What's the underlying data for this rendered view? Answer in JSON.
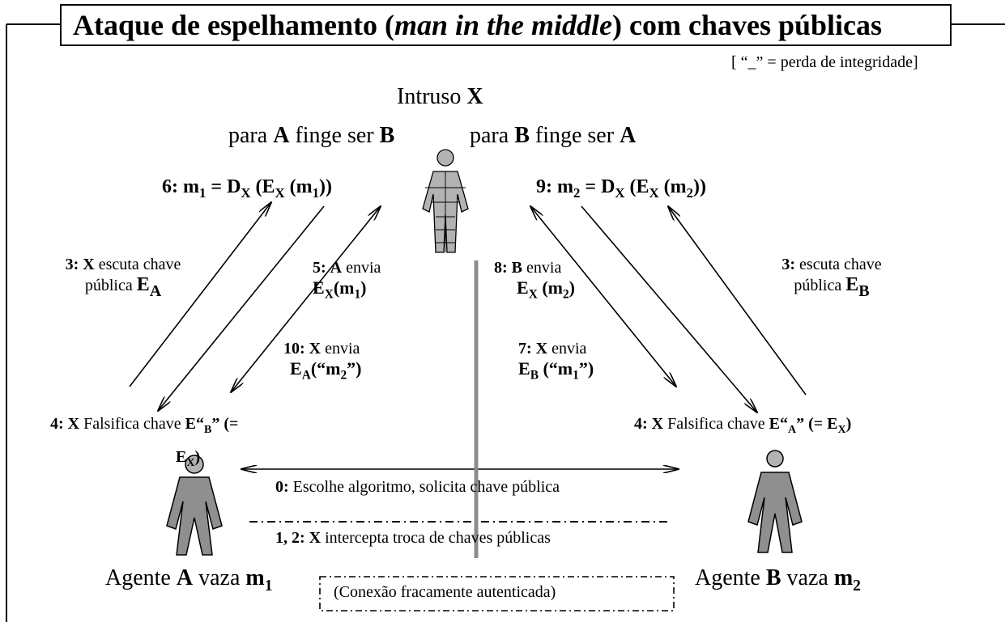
{
  "title": {
    "prefix": "Ataque de espelhamento (",
    "italic": "man in the middle",
    "suffix": ") com chaves públicas"
  },
  "legend": "[ “_” = perda de integridade]",
  "intruder": {
    "label": "Intruso",
    "name": "X",
    "left_role": {
      "pre": "para",
      "a": "A",
      "mid": "finge ser",
      "b": "B"
    },
    "right_role": {
      "pre": "para",
      "a": "B",
      "mid": "finge ser",
      "b": "A"
    }
  },
  "steps": {
    "s6": {
      "num": "6:",
      "m": "m",
      "sub1": "1",
      "eq": "=",
      "D": "D",
      "X1": "X",
      "open": "(E",
      "X2": "X",
      "m2open": "(m",
      "sub2": "1",
      "close": "))"
    },
    "s9": {
      "num": "9:",
      "m": "m",
      "sub1": "2",
      "eq": "=",
      "D": "D",
      "X1": "X",
      "open": "(E",
      "X2": "X",
      "m2open": "(m",
      "sub2": "2",
      "close": "))"
    },
    "s3a": {
      "num": "3:",
      "who": "X",
      "text1": "escuta chave",
      "text2": "pública",
      "key": "E",
      "keysub": "A"
    },
    "s3b": {
      "num": "3:",
      "text1": "escuta chave",
      "text2": "pública",
      "key": "E",
      "keysub": "B"
    },
    "s5": {
      "num": "5:",
      "who": "A",
      "text": "envia",
      "E": "E",
      "Xs": "X",
      "msg": "(m",
      "msub": "1",
      "end": ")"
    },
    "s8": {
      "num": "8:",
      "who": "B",
      "text": "envia",
      "E": "E",
      "Xs": "X",
      "msg": "(m",
      "msub": "2",
      "end": ")"
    },
    "s10": {
      "num": "10:",
      "who": "X",
      "text": "envia",
      "E": "E",
      "Es": "A",
      "msg": "(“m",
      "msub": "2",
      "end": "”)"
    },
    "s7": {
      "num": "7:",
      "who": "X",
      "text": "envia",
      "E": "E",
      "Es": "B",
      "msg": "(“m",
      "msub": "1",
      "end": "”)"
    },
    "s4a": {
      "num": "4:",
      "who": "X",
      "text": "Falsifica chave",
      "key": "E“",
      "keysub": "B",
      "keyend": "” (=",
      "line2": "E",
      "line2sub": "X",
      "line2end": ")"
    },
    "s4b": {
      "num": "4:",
      "who": "X",
      "text": "Falsifica chave",
      "key": "E“",
      "keysub": "A",
      "keyend": "” (= E",
      "line2sub": "X",
      "line2end": ")"
    },
    "s0": {
      "num": "0:",
      "text": "Escolhe algoritmo, solicita chave pública"
    },
    "s12": {
      "num": "1, 2:",
      "who": "X",
      "text": "intercepta troca de chaves públicas"
    }
  },
  "agentA": {
    "label": "Agente",
    "name": "A",
    "verb": "vaza",
    "m": "m",
    "sub": "1"
  },
  "agentB": {
    "label": "Agente",
    "name": "B",
    "verb": "vaza",
    "m": "m",
    "sub": "2"
  },
  "connection": "(Conexão fracamente autenticada)"
}
